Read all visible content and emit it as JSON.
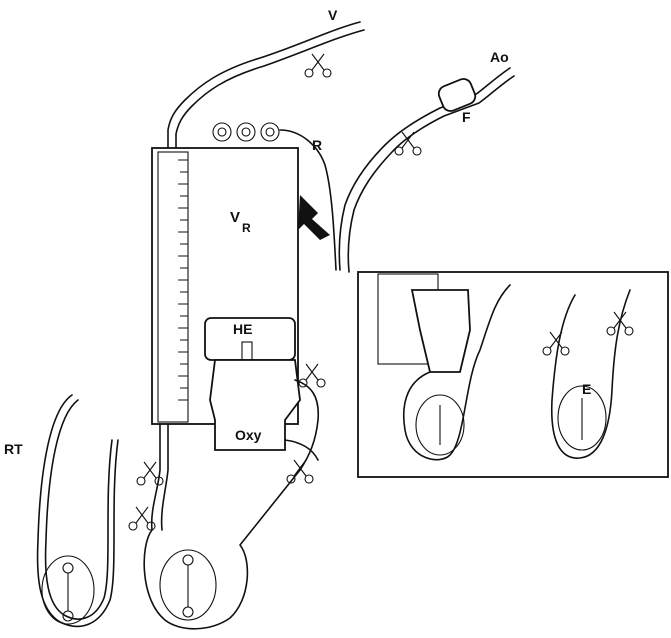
{
  "diagram": {
    "labels": {
      "venous_line": "V",
      "aortic_line": "Ao",
      "filter": "F",
      "roller_pump": "R",
      "venous_reservoir": "VR",
      "venous_reservoir_main": "V",
      "venous_reservoir_sub": "R",
      "heat_exchanger": "HE",
      "oxygenator": "Oxy",
      "raceway_tubing": "RT",
      "extension": "E"
    },
    "colors": {
      "line": "#111111",
      "background": "#ffffff"
    },
    "components": [
      "venous-line",
      "arterial-line",
      "arterial-filter",
      "clamp",
      "roller-pump-heads",
      "venous-reservoir",
      "heat-exchanger",
      "oxygenator",
      "pump-boot",
      "raceway-tubing",
      "inset-circuit"
    ],
    "flow_direction_icon": "arrow-up-right-icon"
  }
}
